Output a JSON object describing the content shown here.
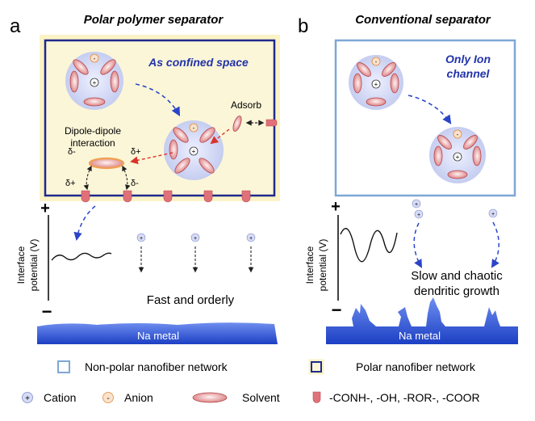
{
  "panel_a": {
    "letter": "a",
    "title": "Polar polymer separator",
    "confined_label": "As confined space",
    "adsorb_label": "Adsorb",
    "dipole_label_1": "Dipole-dipole",
    "dipole_label_2": "interaction",
    "delta_minus": "δ-",
    "delta_plus": "δ+",
    "fast_label": "Fast and orderly",
    "metal_label": "Na metal",
    "ylabel_1": "Interface",
    "ylabel_2": "potential (V)",
    "plus_sign": "+",
    "minus_sign": "−"
  },
  "panel_b": {
    "letter": "b",
    "title": "Conventional  separator",
    "ion_channel_1": "Only Ion",
    "ion_channel_2": "channel",
    "slow_label_1": "Slow and chaotic",
    "slow_label_2": "dendritic growth",
    "metal_label": "Na metal",
    "ylabel_1": "Interface",
    "ylabel_2": "potential (V)",
    "plus_sign": "+",
    "minus_sign": "−"
  },
  "legend": {
    "nonpolar": "Non-polar nanofiber network",
    "polar": "Polar nanofiber network",
    "cation": "Cation",
    "anion": "Anion",
    "solvent": "Solvent",
    "groups": "-CONH-,  -OH, -ROR-, -COOR"
  },
  "colors": {
    "polar_frame": "#1f2a8c",
    "polar_fill": "#fbf6d8",
    "nonpolar_frame": "#7ea7d6",
    "cluster_fill": "#cfd5f2",
    "solvent": "#e7a2a2",
    "anion": "#f0a45c",
    "metal": "#2f57d9",
    "accent_text": "#2233aa"
  }
}
